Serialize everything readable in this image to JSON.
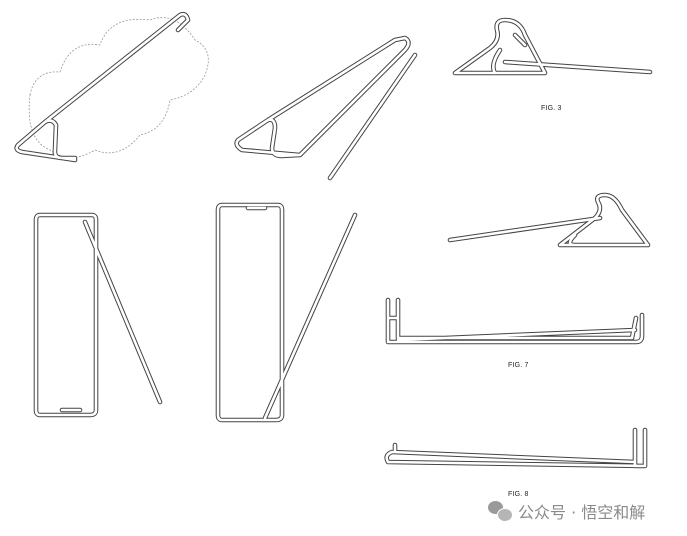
{
  "figures": {
    "fig3_label": "FIG. 3",
    "fig7_label": "FIG. 7",
    "fig8_label": "FIG. 8"
  },
  "watermark": {
    "icon": "wechat-icon",
    "text": "公众号 · 悟空和解"
  },
  "colors": {
    "line": "#444444",
    "watermark": "#8a8a8a"
  }
}
